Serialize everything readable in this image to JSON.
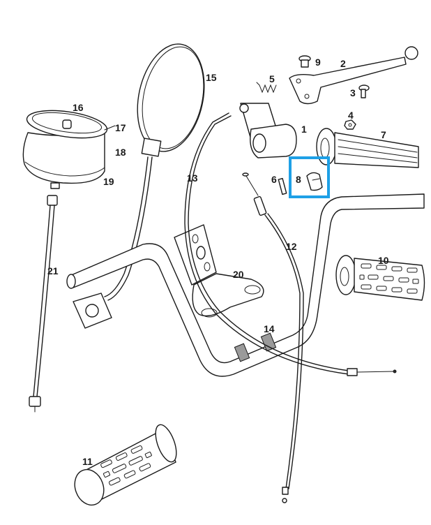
{
  "diagram": {
    "highlight_color": "#1ea0e6",
    "highlighted_part": "8",
    "parts": [
      {
        "number": "1",
        "name": "lever-bracket"
      },
      {
        "number": "2",
        "name": "brake-lever"
      },
      {
        "number": "3",
        "name": "pivot-bolt"
      },
      {
        "number": "4",
        "name": "nut"
      },
      {
        "number": "5",
        "name": "spring"
      },
      {
        "number": "6",
        "name": "screw"
      },
      {
        "number": "7",
        "name": "throttle-sleeve"
      },
      {
        "number": "8",
        "name": "small-cap"
      },
      {
        "number": "9",
        "name": "pin"
      },
      {
        "number": "10",
        "name": "right-grip"
      },
      {
        "number": "11",
        "name": "left-grip"
      },
      {
        "number": "12",
        "name": "throttle-cable"
      },
      {
        "number": "13",
        "name": "brake-cable"
      },
      {
        "number": "14",
        "name": "handlebar"
      },
      {
        "number": "15",
        "name": "mirror"
      },
      {
        "number": "16",
        "name": "speedometer"
      },
      {
        "number": "17",
        "name": "speedometer-ring"
      },
      {
        "number": "18",
        "name": "speedometer-housing"
      },
      {
        "number": "19",
        "name": "speedometer-base"
      },
      {
        "number": "20",
        "name": "speedometer-bracket"
      },
      {
        "number": "21",
        "name": "speedometer-cable"
      }
    ]
  }
}
